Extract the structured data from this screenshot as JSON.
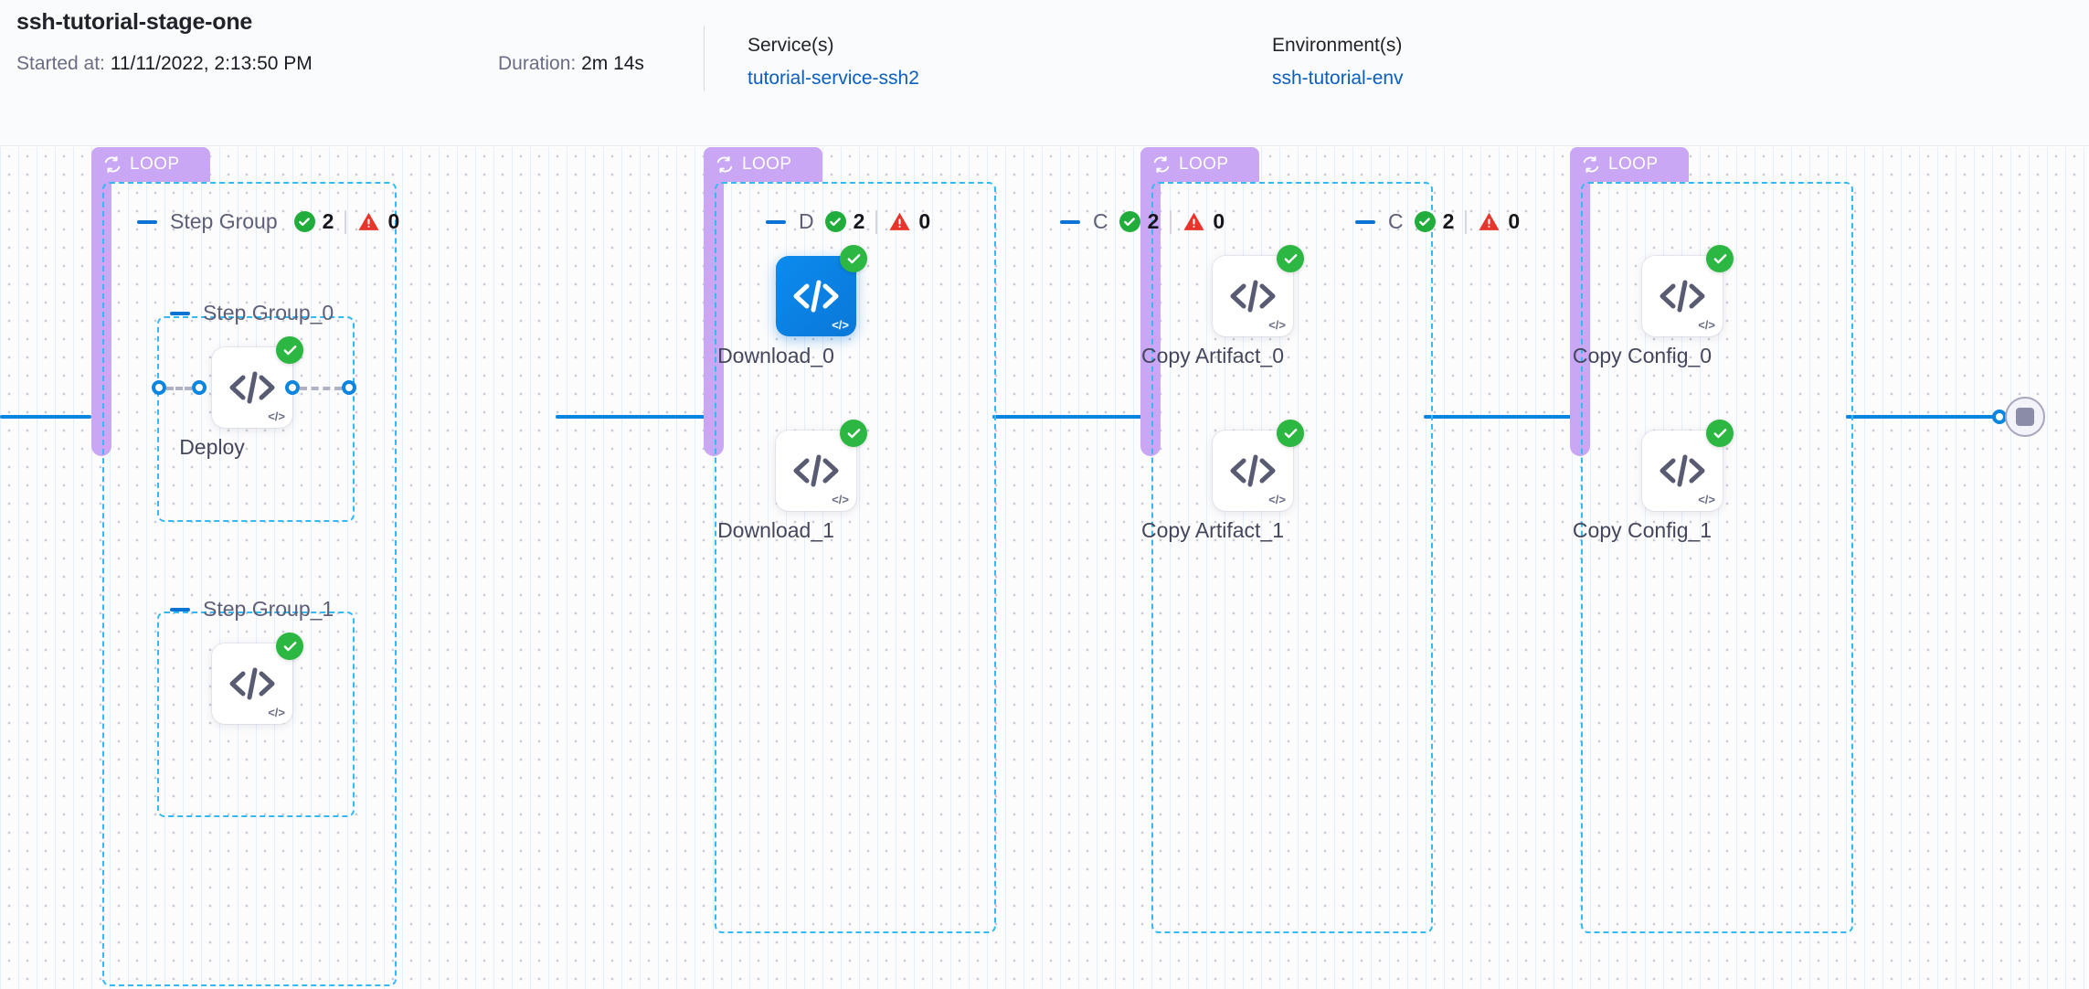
{
  "header": {
    "stage_title": "ssh-tutorial-stage-one",
    "started_label": "Started at:",
    "started_value": "11/11/2022, 2:13:50 PM",
    "duration_label": "Duration:",
    "duration_value": "2m 14s",
    "service_key": "Service(s)",
    "service_value": "tutorial-service-ssh2",
    "environment_key": "Environment(s)",
    "environment_value": "ssh-tutorial-env"
  },
  "colors": {
    "loop_badge": "#c9a7f5",
    "group_border": "#34b9f2",
    "edge": "#0a85e0",
    "success": "#2cb742",
    "failure": "#e8342a",
    "selected_node": "#0a78d8",
    "link_text": "#0b5fbe"
  },
  "loop_badge_label": "LOOP",
  "groups": [
    {
      "name": "Step Group",
      "success_count": "2",
      "failure_count": "0",
      "subgroups": [
        {
          "name": "Step Group_0"
        },
        {
          "name": "Step Group_1"
        }
      ]
    },
    {
      "name": "D",
      "success_count": "2",
      "failure_count": "0",
      "subgroups": []
    },
    {
      "name": "C",
      "success_count": "2",
      "failure_count": "0",
      "subgroups": []
    },
    {
      "name": "C",
      "success_count": "2",
      "failure_count": "0",
      "subgroups": []
    }
  ],
  "nodes": {
    "deploy": {
      "label": "Deploy",
      "status": "success",
      "selected": false,
      "type_glyph": "code-icon"
    },
    "download_0": {
      "label": "Download_0",
      "status": "success",
      "selected": true,
      "type_glyph": "code-icon"
    },
    "download_1": {
      "label": "Download_1",
      "status": "success",
      "selected": false,
      "type_glyph": "code-icon"
    },
    "copy_artifact_0": {
      "label": "Copy Artifact_0",
      "status": "success",
      "selected": false,
      "type_glyph": "code-icon"
    },
    "copy_artifact_1": {
      "label": "Copy Artifact_1",
      "status": "success",
      "selected": false,
      "type_glyph": "code-icon"
    },
    "copy_config_0": {
      "label": "Copy Config_0",
      "status": "success",
      "selected": false,
      "type_glyph": "code-icon"
    },
    "copy_config_1": {
      "label": "Copy Config_1",
      "status": "success",
      "selected": false,
      "type_glyph": "code-icon"
    }
  },
  "node_corner_glyph": "</>",
  "end_node": {
    "icon": "stop-icon"
  }
}
